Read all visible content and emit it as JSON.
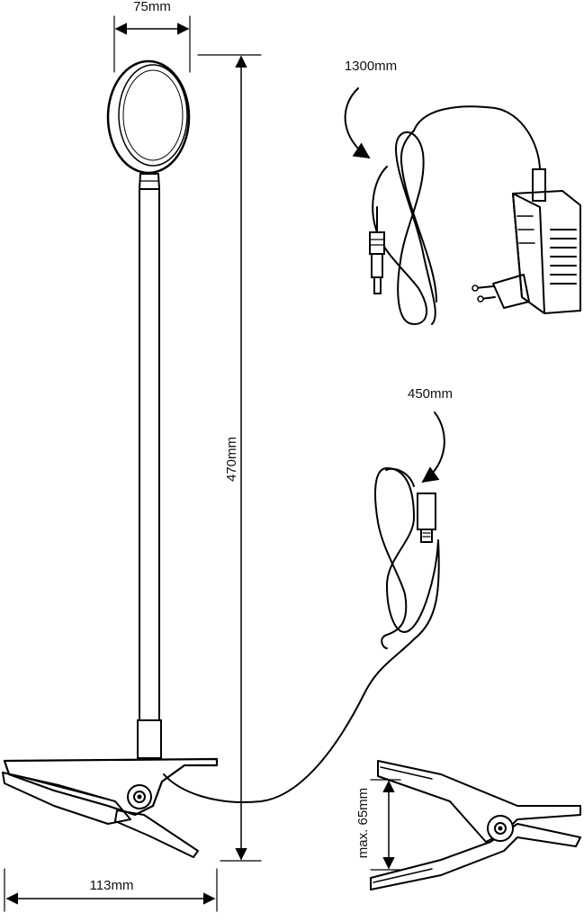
{
  "labels": {
    "head_width": "75mm",
    "total_height": "470mm",
    "adapter_cable": "1300mm",
    "lamp_cable": "450mm",
    "clamp_width": "113mm",
    "clamp_opening": "max. 65mm"
  },
  "colors": {
    "line": "#000000",
    "fill": "#ffffff",
    "adapter_shade": "#d8d8d8"
  }
}
